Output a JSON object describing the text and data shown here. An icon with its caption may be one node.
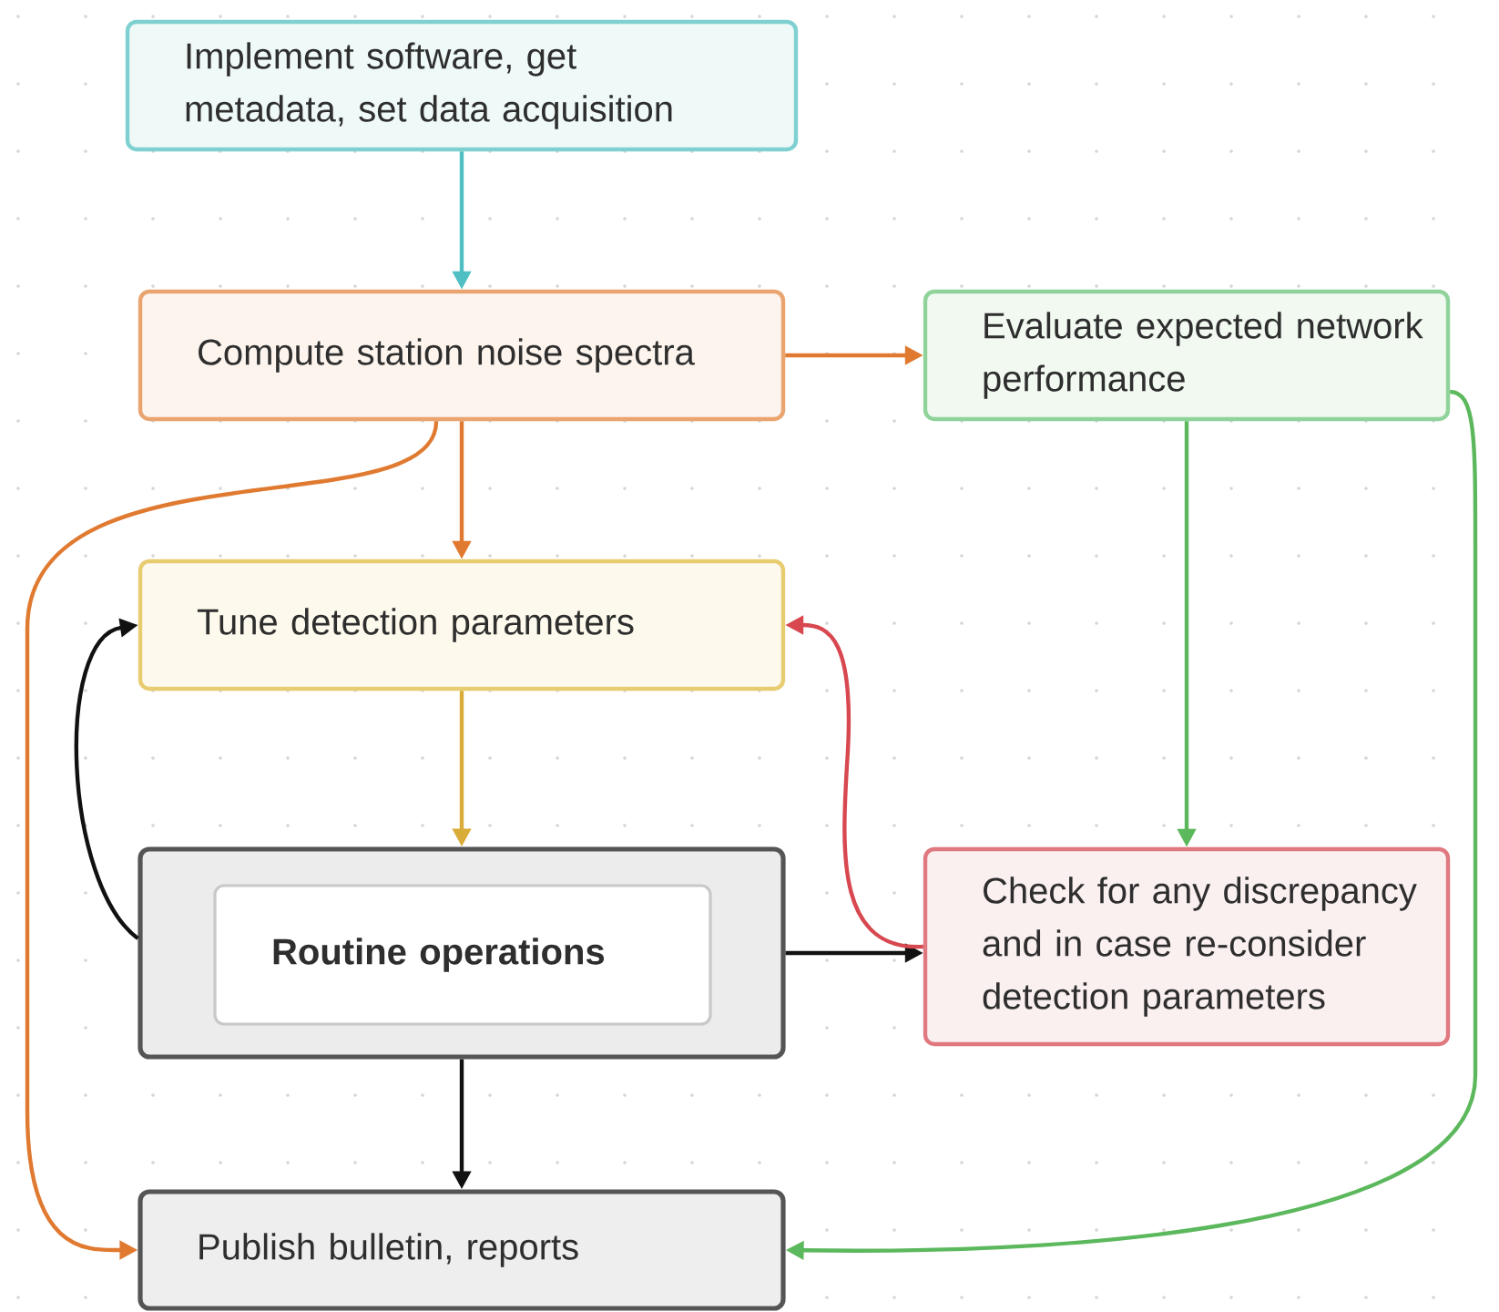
{
  "diagram": {
    "nodes": [
      {
        "text": [
          "Implement software, get metadata, set data acquisition"
        ]
      },
      {
        "text": [
          "Compute station noise spectra"
        ]
      },
      {
        "text": [
          "Evaluate expected network performance"
        ]
      },
      {
        "text": [
          "Tune detection parameters"
        ]
      },
      {
        "text": [],
        "shape": "box"
      },
      {
        "text": [
          "Routine operations"
        ],
        "in": 4
      },
      {
        "text": [
          "Check for any discrepancy and in case re-consider detection parameters"
        ]
      },
      {
        "text": [
          "Publish bulletin, reports"
        ]
      }
    ],
    "edges": [
      {
        "from": 0,
        "to": 1,
        "arrow": "to",
        "color": "#4fbfc4"
      },
      {
        "from": 1,
        "to": 2,
        "arrow": "to",
        "color": "#e07a30"
      },
      {
        "from": 1,
        "to": 3,
        "arrow": "to",
        "color": "#e07a30"
      },
      {
        "from": 1,
        "to": 7,
        "arrow": "to",
        "color": "#e07a30"
      },
      {
        "from": 3,
        "to": 4,
        "arrow": "to",
        "color": "#d9ac38"
      },
      {
        "from": 4,
        "to": 3,
        "arrow": "to",
        "color": "#111111"
      },
      {
        "from": 4,
        "to": 6,
        "arrow": "to",
        "color": "#111111"
      },
      {
        "from": 6,
        "to": 3,
        "arrow": "to",
        "color": "#d84850"
      },
      {
        "from": 2,
        "to": 6,
        "arrow": "to",
        "color": "#5cb85c"
      },
      {
        "from": 2,
        "to": 7,
        "arrow": "to",
        "color": "#5cb85c"
      },
      {
        "from": 4,
        "to": 7,
        "arrow": "to",
        "color": "#111111"
      }
    ]
  }
}
